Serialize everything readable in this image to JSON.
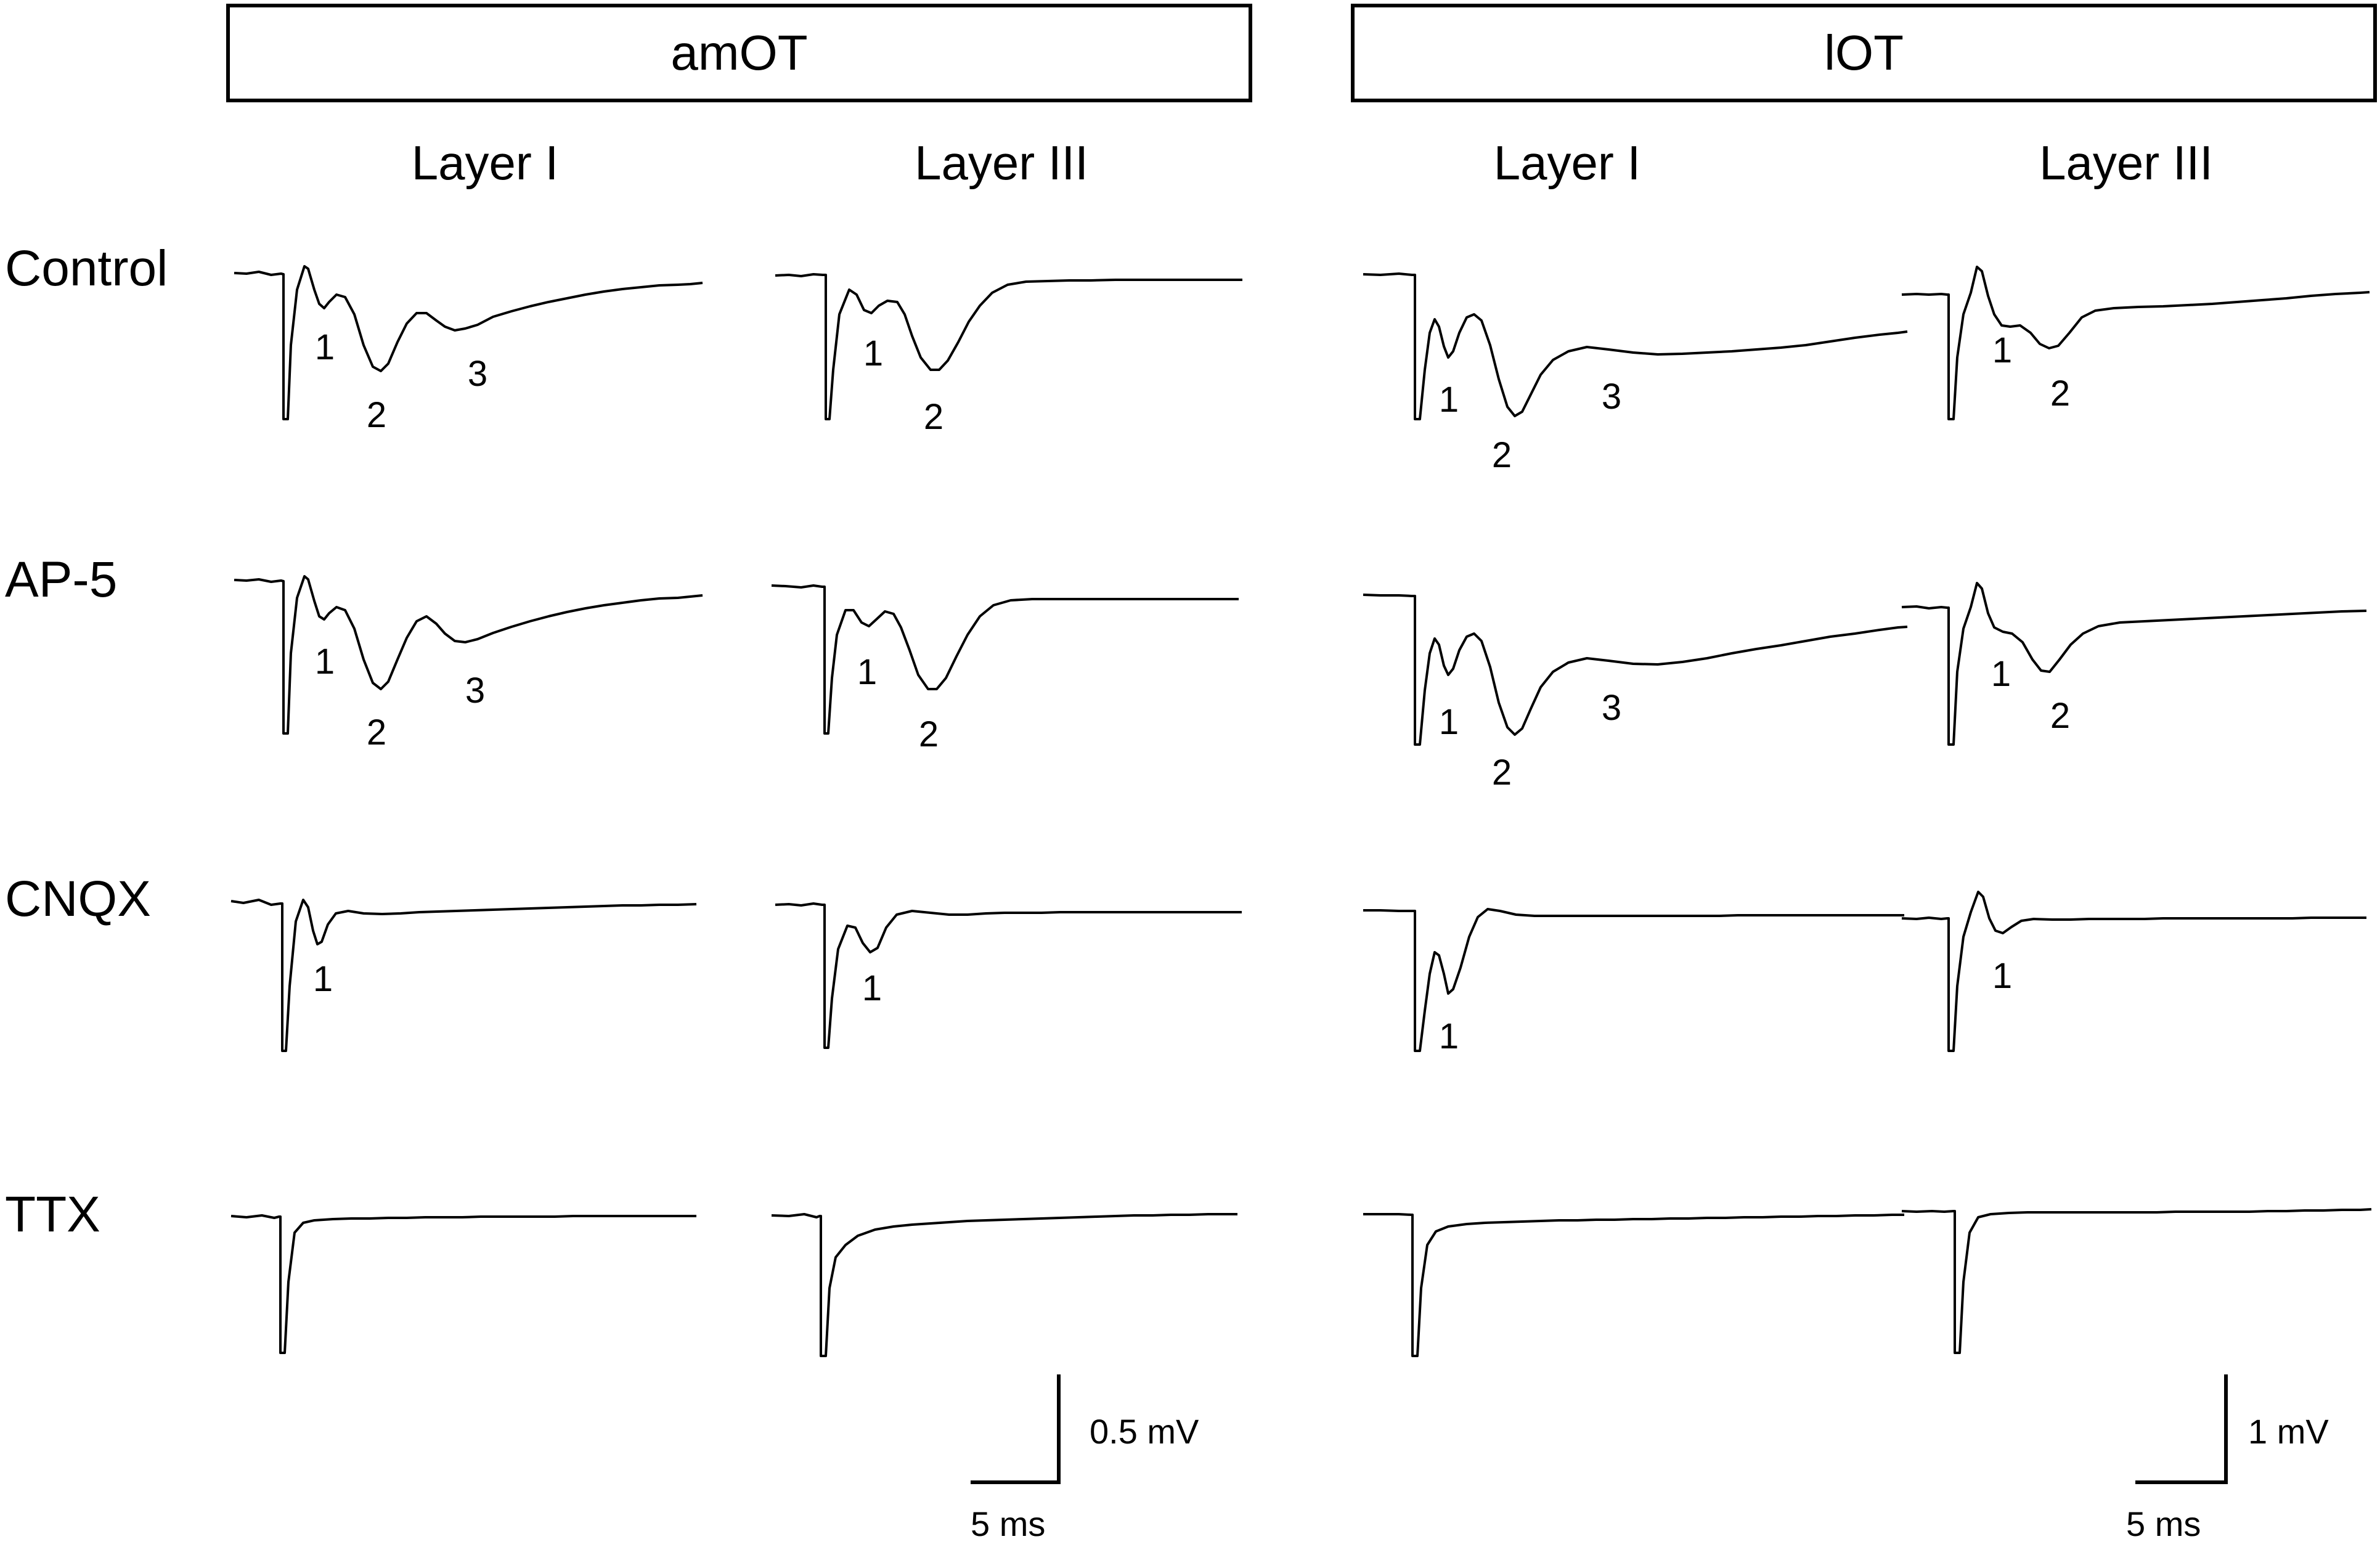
{
  "groups": [
    {
      "label": "amOT"
    },
    {
      "label": "lOT"
    }
  ],
  "column_labels": [
    "Layer I",
    "Layer III",
    "Layer I",
    "Layer III"
  ],
  "row_labels": [
    "Control",
    "AP-5",
    "CNQX",
    "TTX"
  ],
  "peak_labels": {
    "one": "1",
    "two": "2",
    "three": "3"
  },
  "scale_bars": {
    "amOT": {
      "voltage": "0.5 mV",
      "time": "5 ms"
    },
    "lOT": {
      "voltage": "1 mV",
      "time": "5 ms"
    }
  },
  "colors": {
    "trace": "#000000",
    "background": "#ffffff"
  },
  "visible_peaks": {
    "amOT_layer1": {
      "Control": [
        "1",
        "2",
        "3"
      ],
      "AP-5": [
        "1",
        "2",
        "3"
      ],
      "CNQX": [
        "1"
      ],
      "TTX": []
    },
    "amOT_layer3": {
      "Control": [
        "1",
        "2"
      ],
      "AP-5": [
        "1",
        "2"
      ],
      "CNQX": [
        "1"
      ],
      "TTX": []
    },
    "lOT_layer1": {
      "Control": [
        "1",
        "2",
        "3"
      ],
      "AP-5": [
        "1",
        "2",
        "3"
      ],
      "CNQX": [
        "1"
      ],
      "TTX": []
    },
    "lOT_layer3": {
      "Control": [
        "1",
        "2"
      ],
      "AP-5": [
        "1",
        "2"
      ],
      "CNQX": [
        "1"
      ],
      "TTX": []
    }
  }
}
